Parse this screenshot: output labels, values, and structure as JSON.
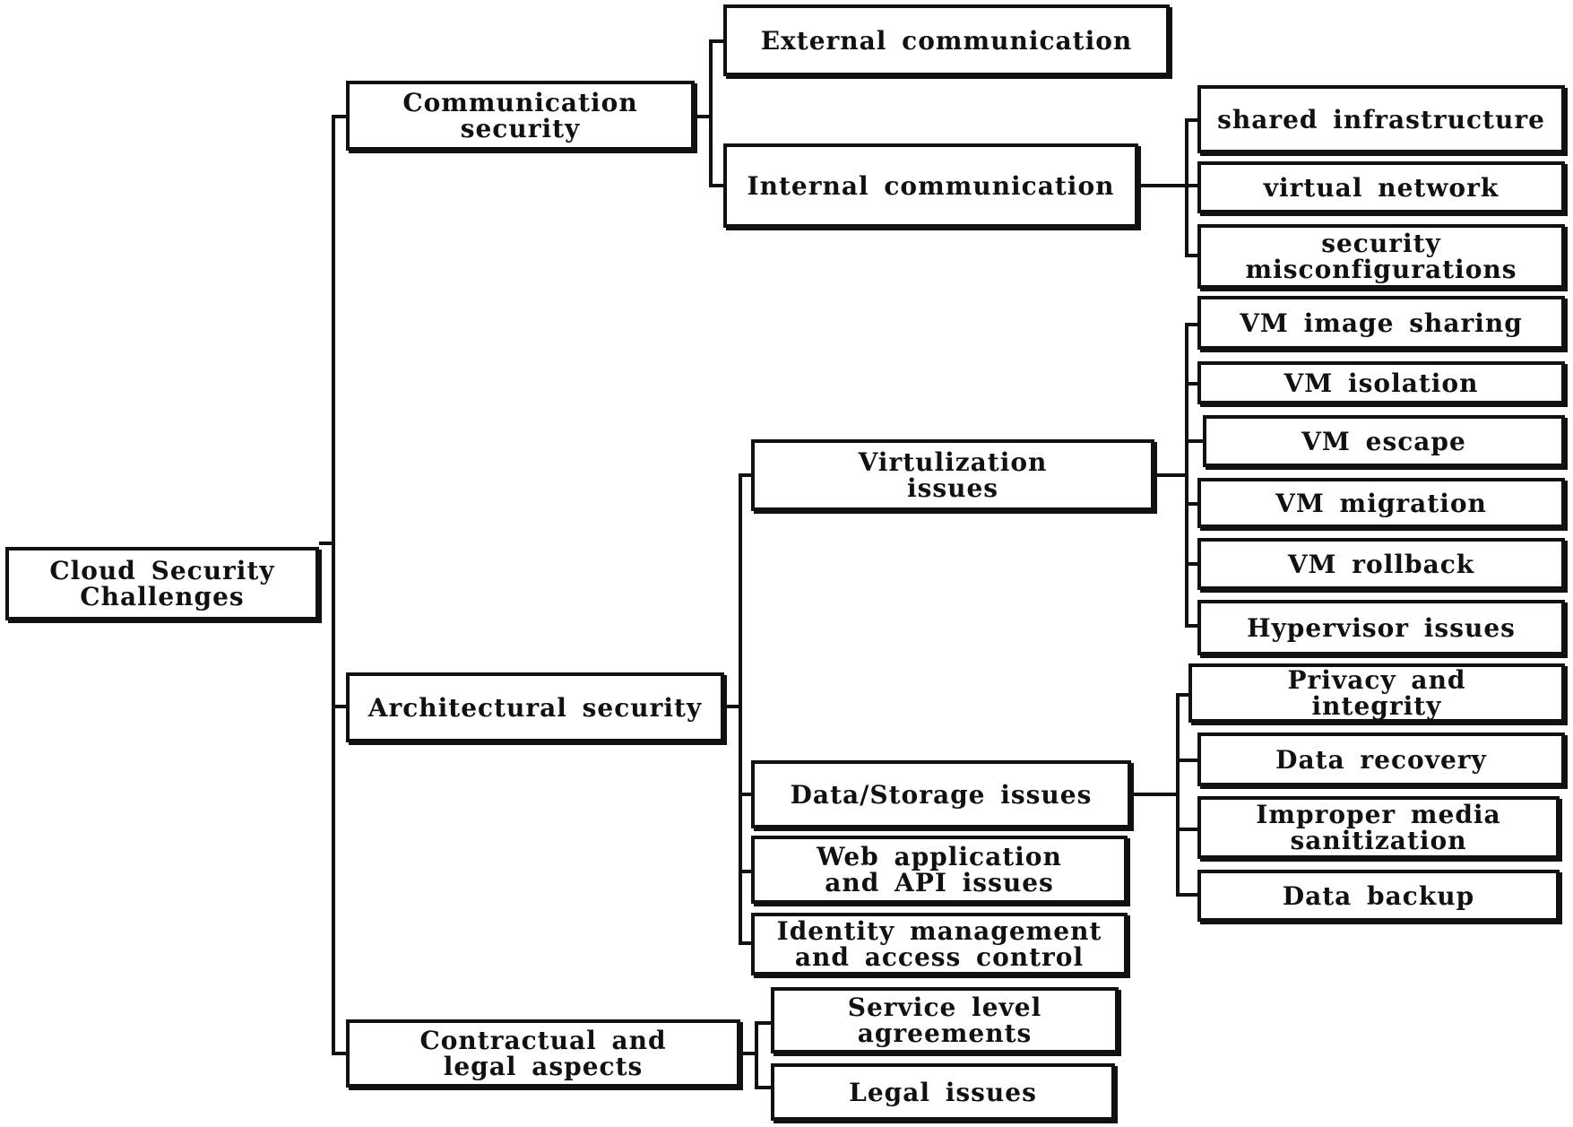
{
  "diagram": {
    "root": "Cloud Security Challenges",
    "categories": {
      "communication": "Communication security",
      "architectural": "Architectural security",
      "contractual": "Contractual and legal aspects"
    },
    "communication_children": {
      "external": "External communication",
      "internal": "Internal communication"
    },
    "internal_children": [
      "shared infrastructure",
      "virtual network",
      "security misconfigurations"
    ],
    "architectural_children": {
      "virtualization": "Virtulization issues",
      "data_storage": "Data/Storage issues",
      "web_api": "Web application and API issues",
      "identity": "Identity management and access control"
    },
    "virtualization_children": [
      "VM image sharing",
      "VM isolation",
      "VM escape",
      "VM migration",
      "VM rollback",
      "Hypervisor issues"
    ],
    "data_storage_children": [
      "Privacy and integrity",
      "Data recovery",
      "Improper media sanitization",
      "Data backup"
    ],
    "contractual_children": [
      "Service level agreements",
      "Legal issues"
    ]
  }
}
